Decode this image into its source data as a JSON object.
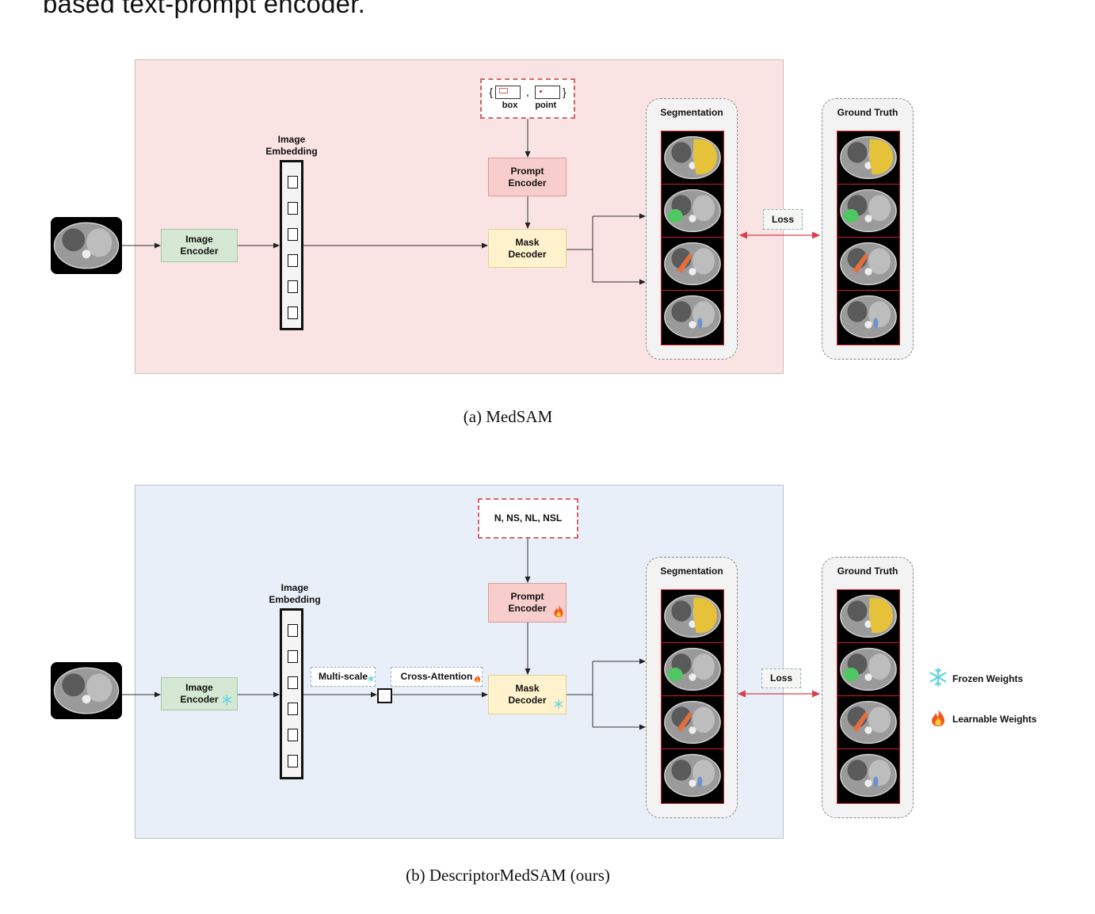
{
  "intro_text": "based text-prompt encoder.",
  "panel_a": {
    "caption": "(a) MedSAM",
    "image_encoder": [
      "Image",
      "Encoder"
    ],
    "image_embedding": [
      "Image",
      "Embedding"
    ],
    "prompt_input": {
      "box_label": "box",
      "point_label": "point",
      "open_brace": "{",
      "comma": ",",
      "close_brace": "}"
    },
    "prompt_encoder": [
      "Prompt",
      "Encoder"
    ],
    "mask_decoder": [
      "Mask",
      "Decoder"
    ],
    "segmentation_title": "Segmentation",
    "ground_truth_title": "Ground Truth",
    "loss_label": "Loss"
  },
  "panel_b": {
    "caption": "(b) DescriptorMedSAM (ours)",
    "image_encoder": [
      "Image",
      "Encoder"
    ],
    "image_encoder_weights": "frozen",
    "image_embedding": [
      "Image",
      "Embedding"
    ],
    "multiscale_label": "Multi-scale",
    "multiscale_weights": "frozen",
    "cross_attention_label": "Cross-Attention",
    "cross_attention_weights": "learnable",
    "prompt_input_text": "N, NS, NL, NSL",
    "prompt_encoder": [
      "Prompt",
      "Encoder"
    ],
    "prompt_encoder_weights": "learnable",
    "mask_decoder": [
      "Mask",
      "Decoder"
    ],
    "mask_decoder_weights": "frozen",
    "segmentation_title": "Segmentation",
    "ground_truth_title": "Ground Truth",
    "loss_label": "Loss"
  },
  "legend": {
    "frozen": {
      "icon": "snowflake-icon",
      "label": "Frozen Weights",
      "color": "#5fd3e0"
    },
    "learnable": {
      "icon": "flame-icon",
      "label": "Learnable Weights",
      "color": "#f05a1c"
    }
  },
  "segmentation_slices": [
    {
      "organ_color": "#e6c23a",
      "organ": "yellow"
    },
    {
      "organ_color": "#4fc763",
      "organ": "green"
    },
    {
      "organ_color": "#e66d3a",
      "organ": "orange"
    },
    {
      "organ_color": "#6f92c9",
      "organ": "blue"
    }
  ],
  "colors": {
    "panel_a_bg": "#fae3e3",
    "panel_b_bg": "#e9eff9",
    "encoder_fill": "#d5e8d4",
    "prompt_fill": "#f8cecc",
    "mask_fill": "#fff2cc",
    "loss_arrow": "#d9404a"
  }
}
